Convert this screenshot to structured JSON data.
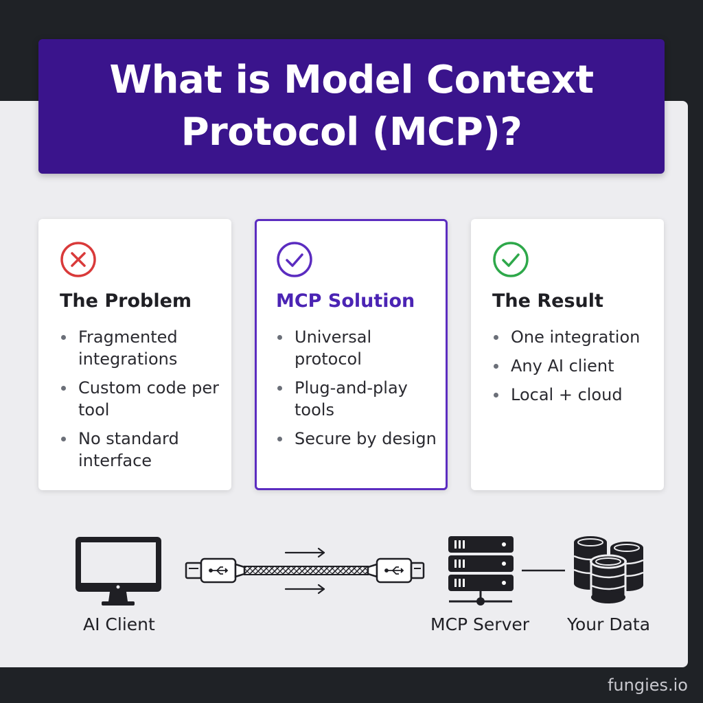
{
  "title": "What is Model Context Protocol (MCP)?",
  "colors": {
    "title_bg": "#3a148c",
    "accent_purple": "#5b2cc0",
    "problem_red": "#d93a3a",
    "result_green": "#2ea84a",
    "panel_bg": "#ededf0",
    "page_bg": "#1f2226"
  },
  "cards": [
    {
      "icon": "x-circle-icon",
      "heading": "The Problem",
      "bullets": [
        "Fragmented integrations",
        "Custom code per tool",
        "No standard interface"
      ]
    },
    {
      "icon": "check-circle-icon",
      "heading": "MCP Solution",
      "bullets": [
        "Universal protocol",
        "Plug-and-play tools",
        "Secure by design"
      ]
    },
    {
      "icon": "check-circle-icon",
      "heading": "The Result",
      "bullets": [
        "One integration",
        "Any AI client",
        "Local + cloud"
      ]
    }
  ],
  "diagram": {
    "client_label": "AI Client",
    "server_label": "MCP Server",
    "data_label": "Your Data"
  },
  "footer": "fungies.io"
}
